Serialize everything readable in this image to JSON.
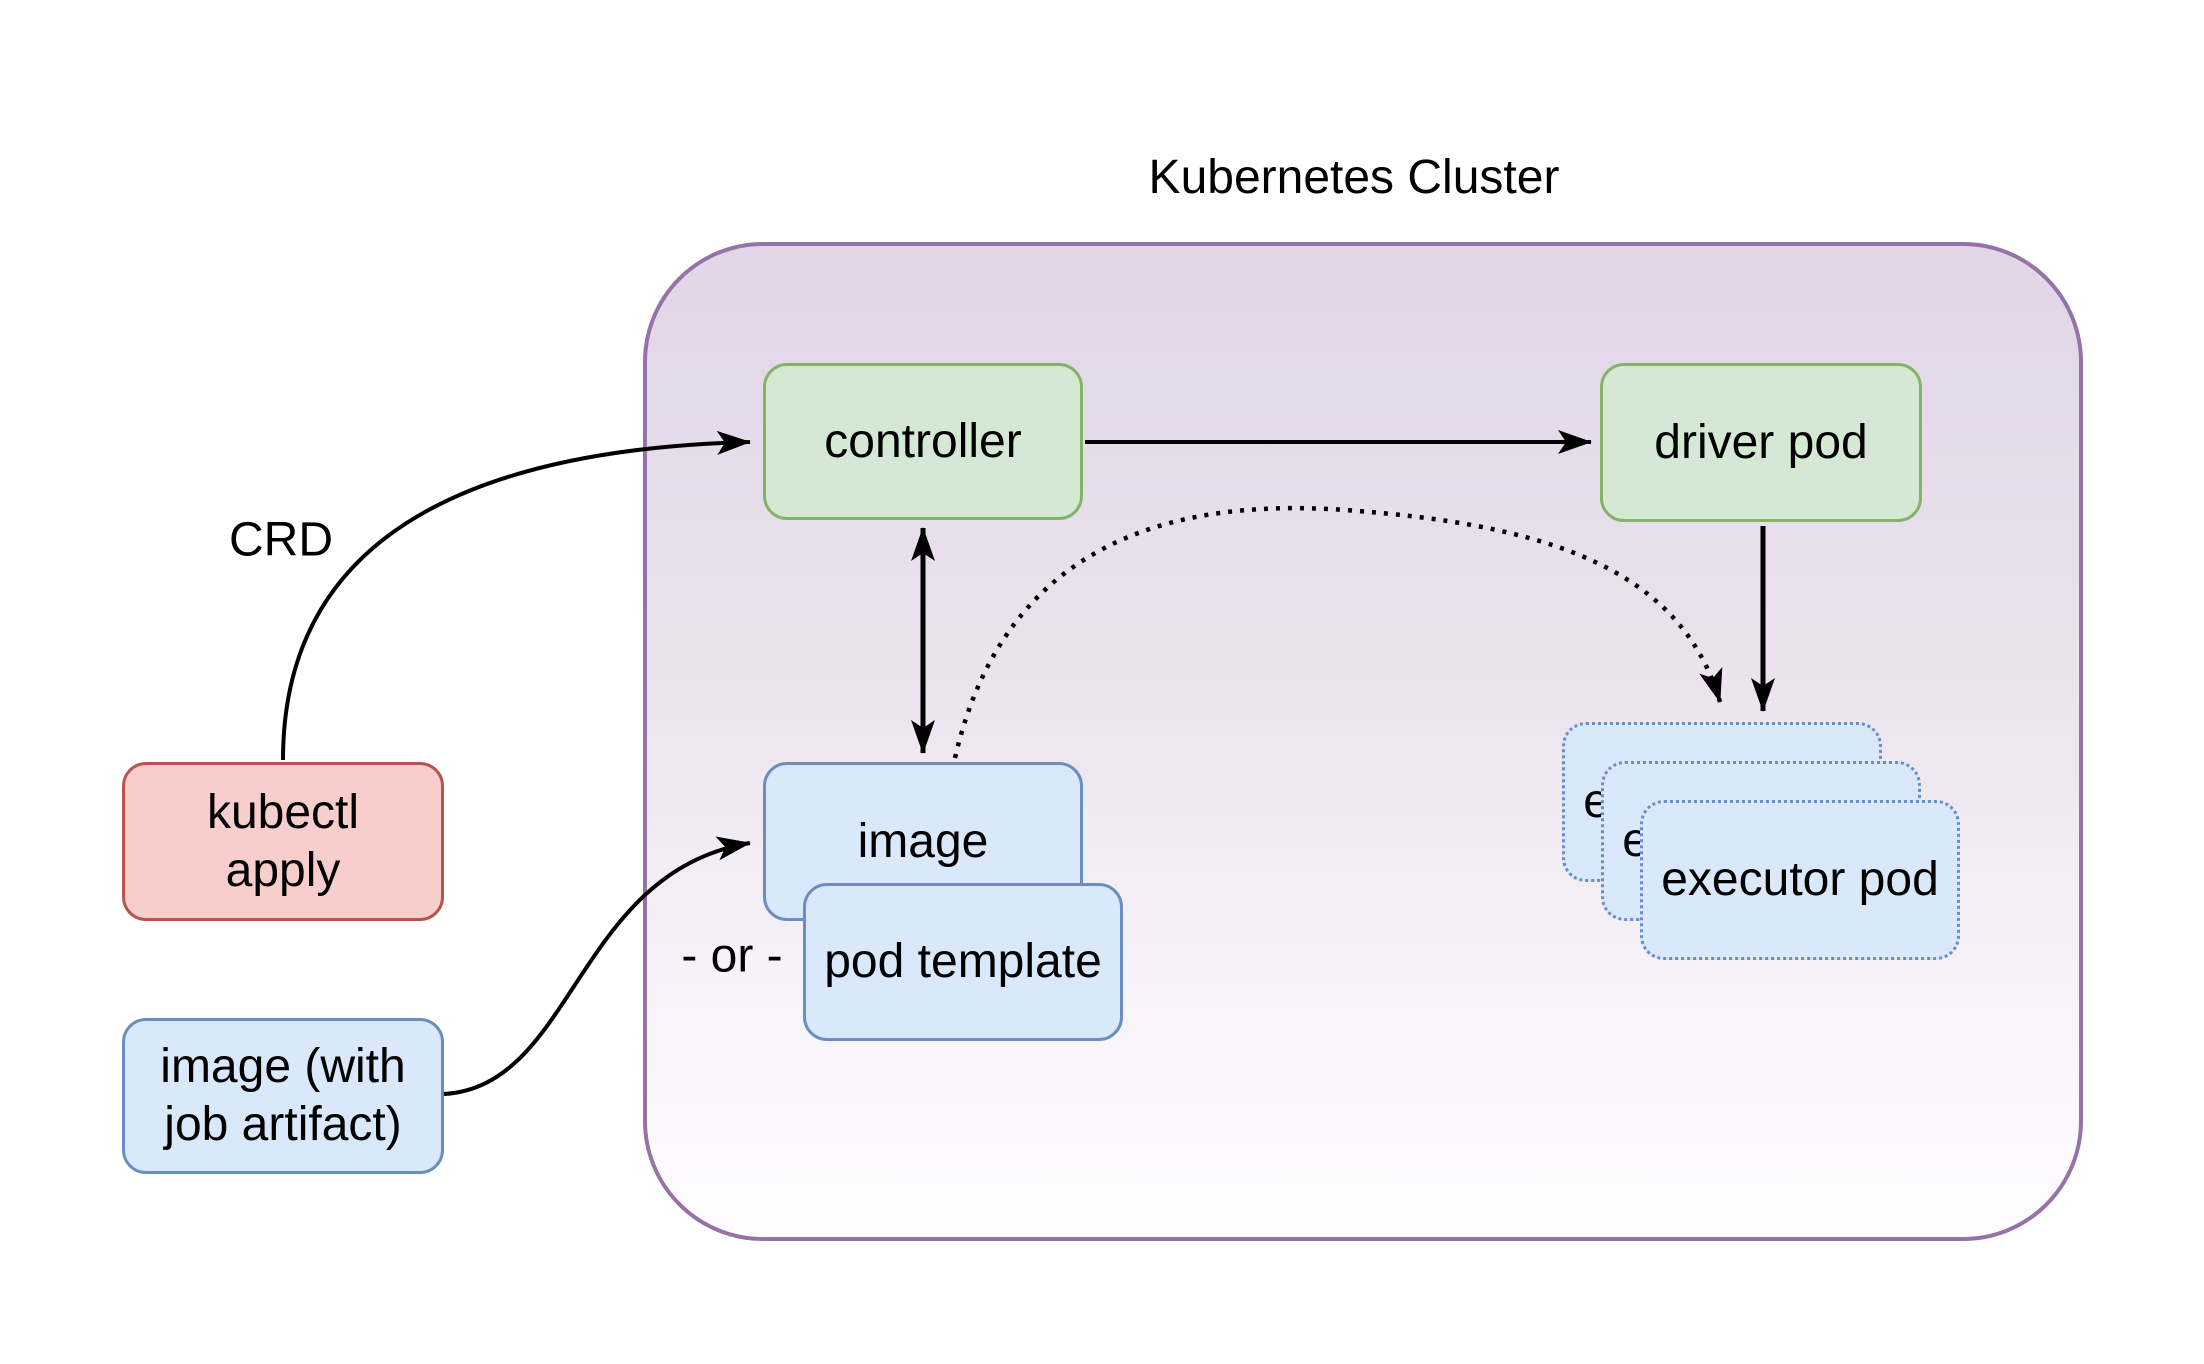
{
  "title": "Kubernetes Cluster",
  "labels": {
    "crd": "CRD",
    "or_divider": "- or -"
  },
  "nodes": {
    "kubectl_apply": {
      "label": "kubectl apply",
      "fill": "#f8cecc",
      "stroke": "#b85450"
    },
    "image_with_job_artifact": {
      "label": "image (with job artifact)",
      "fill": "#dae8fc",
      "stroke": "#6c8ebf"
    },
    "controller": {
      "label": "controller",
      "fill": "#d5e8d4",
      "stroke": "#82b366"
    },
    "driver_pod": {
      "label": "driver pod",
      "fill": "#d5e8d4",
      "stroke": "#82b366"
    },
    "image": {
      "label": "image",
      "fill": "#dae8fc",
      "stroke": "#6c8ebf"
    },
    "pod_template": {
      "label": "pod template",
      "fill": "#dae8fc",
      "stroke": "#6c8ebf"
    },
    "executor_pod": {
      "label": "executor pod",
      "count": 3,
      "fill": "#dae8fc",
      "stroke": "#6c8ebf",
      "border_style": "dotted"
    }
  },
  "cluster": {
    "label": "Kubernetes Cluster",
    "fill_top": "#e1d5e7",
    "fill_bottom": "#ffffff",
    "stroke": "#9673a6"
  },
  "edges": [
    {
      "from": "kubectl_apply",
      "to": "controller",
      "label": "CRD",
      "style": "solid",
      "arrow": "end"
    },
    {
      "from": "controller",
      "to": "driver_pod",
      "label": "",
      "style": "solid",
      "arrow": "end"
    },
    {
      "from": "controller",
      "to": "image",
      "label": "",
      "style": "solid",
      "arrow": "both"
    },
    {
      "from": "driver_pod",
      "to": "executor_pod",
      "label": "",
      "style": "solid",
      "arrow": "end"
    },
    {
      "from": "image",
      "to": "executor_pod",
      "label": "",
      "style": "dotted",
      "arrow": "end"
    },
    {
      "from": "image_with_job_artifact",
      "to": "image",
      "label": "- or -",
      "style": "solid",
      "arrow": "end"
    }
  ],
  "colors": {
    "arrow": "#000000",
    "text": "#000000",
    "page_background": "#ffffff"
  }
}
